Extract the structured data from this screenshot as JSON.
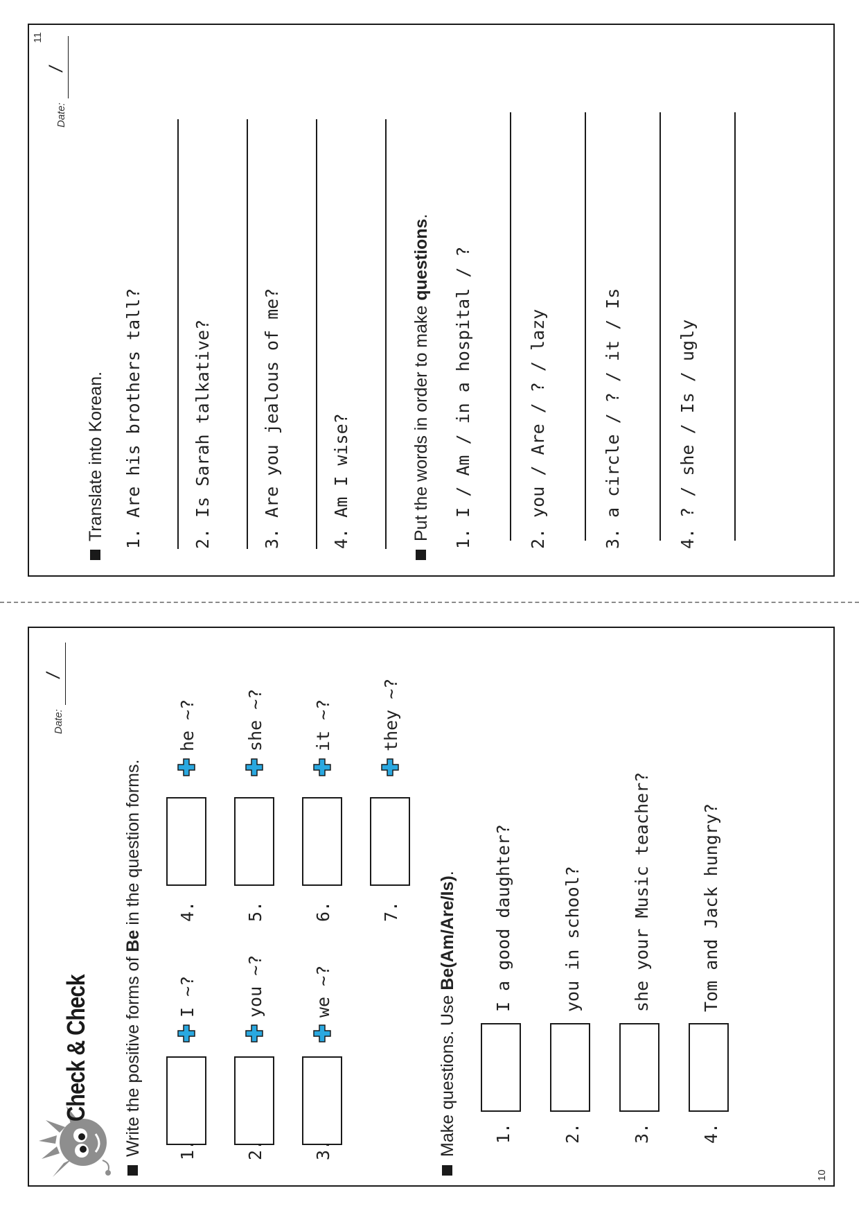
{
  "left_page": {
    "title": "Check & Check",
    "date_label": "Date:",
    "date_slash": "/",
    "page_number": "10",
    "section1": {
      "instruction_pre": "Write the positive forms of ",
      "instruction_bold": "Be",
      "instruction_post": " in the question forms.",
      "items": [
        {
          "num": "1.",
          "text": "I ~?"
        },
        {
          "num": "2.",
          "text": "you ~?"
        },
        {
          "num": "3.",
          "text": "we ~?"
        },
        {
          "num": "4.",
          "text": "he ~?"
        },
        {
          "num": "5.",
          "text": "she ~?"
        },
        {
          "num": "6.",
          "text": "it ~?"
        },
        {
          "num": "7.",
          "text": "they ~?"
        }
      ]
    },
    "section2": {
      "instruction_pre": "Make questions. Use ",
      "instruction_bold": "Be(Am/Are/Is)",
      "instruction_post": ".",
      "items": [
        {
          "num": "1.",
          "text": "I a good daughter?"
        },
        {
          "num": "2.",
          "text": "you in school?"
        },
        {
          "num": "3.",
          "text": "she your Music teacher?"
        },
        {
          "num": "4.",
          "text": "Tom and Jack hungry?"
        }
      ]
    }
  },
  "right_page": {
    "date_label": "Date:",
    "date_slash": "/",
    "page_number": "11",
    "section1": {
      "instruction": "Translate into Korean.",
      "items": [
        "1. Are his brothers tall?",
        "2. Is Sarah talkative?",
        "3. Are you jealous of me?",
        "4. Am I wise?"
      ]
    },
    "section2": {
      "instruction_pre": "Put the words in order to make ",
      "instruction_bold": "questions",
      "instruction_post": ".",
      "items": [
        "1. I / Am  / in a hospital / ?",
        "2. you / Are / ? / lazy",
        "3. a circle / ? / it / Is",
        "4. ? / she / Is / ugly"
      ]
    }
  },
  "colors": {
    "plus_icon": "#29a8e0",
    "ink": "#1a1a1a",
    "mascot_gray": "#8e8e8e"
  }
}
